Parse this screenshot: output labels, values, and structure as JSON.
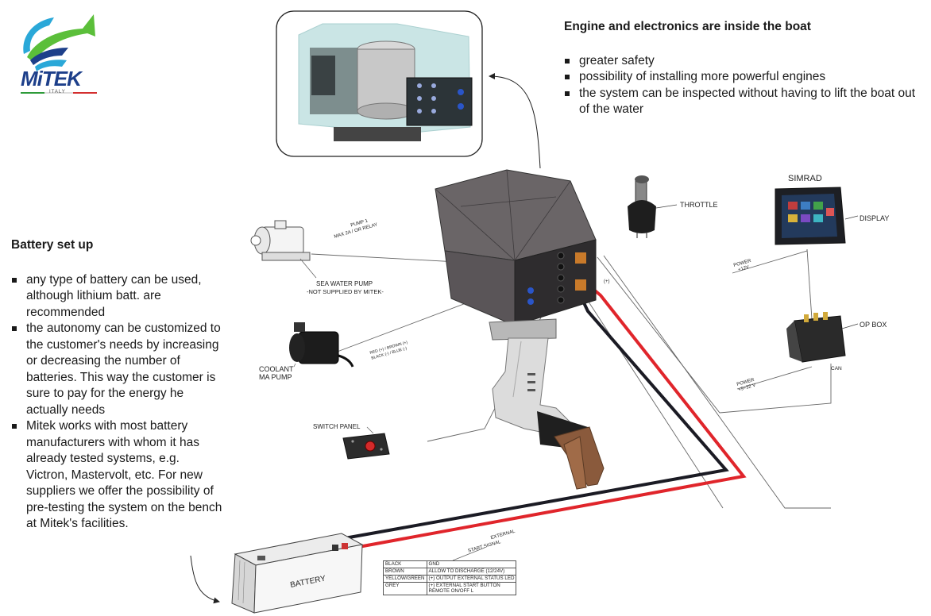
{
  "logo": {
    "brand": "MiTEK",
    "country": "ITALY"
  },
  "engine_section": {
    "heading": "Engine and electronics are inside the boat",
    "bullets": [
      "greater safety",
      "possibility of installing more powerful engines",
      "the system can be inspected without having to lift the boat out of the water"
    ]
  },
  "battery_section": {
    "heading": "Battery set up",
    "bullets": [
      "any type of battery can be used, although lithium batt. are recommended",
      "the autonomy can be customized to the customer's needs by increasing or decreasing the number of batteries. This way the customer is sure to pay for the energy he actually needs",
      "Mitek works with most battery manufacturers with whom it has already tested systems, e.g. Victron, Mastervolt, etc. For new suppliers we offer the possibility of pre-testing the system on the bench at Mitek's facilities."
    ]
  },
  "labels": {
    "simrad": "SIMRAD",
    "throttle": "THROTTLE",
    "display": "DISPLAY",
    "op_box": "OP BOX",
    "power_12": "POWER",
    "power_12_value": "+12V",
    "power_9_32": "POWER",
    "power_9_32_value": "+9÷32 V",
    "can": "CAN",
    "pump_1": "PUMP 1",
    "pump_1_spec": "MAX 2A / OR RELAY",
    "sea_water_pump_1": "SEA WATER PUMP",
    "sea_water_pump_2": "-NOT SUPPLIED BY MITEK-",
    "coolant_1": "COOLANT",
    "coolant_2": "MA PUMP",
    "coolant_wires_1": "RED (+) / BROWN (+)",
    "coolant_wires_2": "BLACK (-) / BLUE (-)",
    "switch_panel": "SWITCH PANEL",
    "battery": "BATTERY",
    "external_1": "EXTERNAL",
    "external_2": "START SIGNAL",
    "plus_sign": "(+)"
  },
  "wire_table": [
    {
      "color": "BLACK",
      "function": "GND"
    },
    {
      "color": "BROWN",
      "function": "ALLOW TO DISCHARGE (12/24V)"
    },
    {
      "color": "YELLOW/GREEN",
      "function": "(+) OUTPUT EXTERNAL STATUS LED"
    },
    {
      "color": "GREY",
      "function": "(+) EXTERNAL START BUTTON REMOTE ON/OFF L"
    }
  ],
  "colors": {
    "logo_blue": "#1d3f8a",
    "logo_green": "#5bbf3a",
    "logo_cyan": "#2aa8d8",
    "positive_wire": "#e0252b",
    "negative_wire": "#1b1b24",
    "engine_cover": "#5a5558",
    "tail_copper": "#8a5a3c"
  }
}
